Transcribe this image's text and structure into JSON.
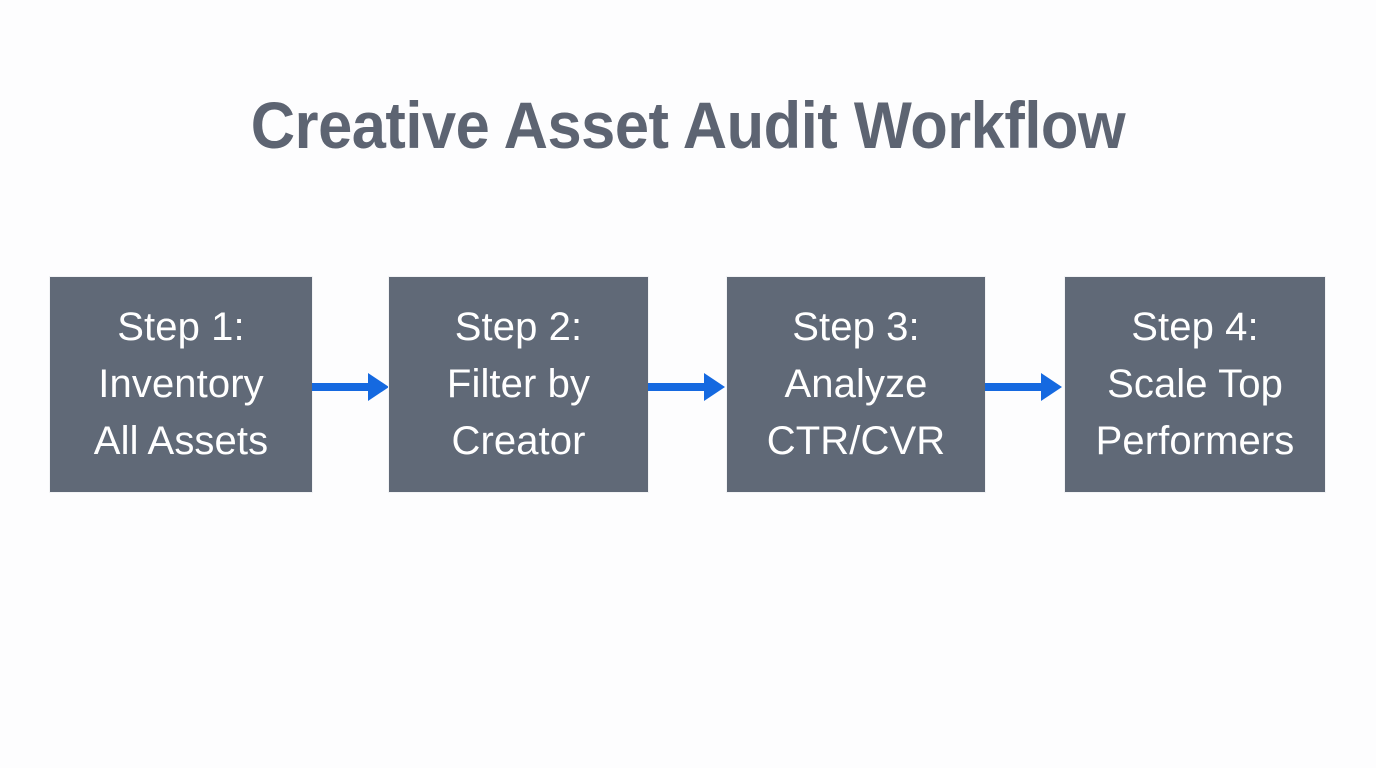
{
  "diagram": {
    "title": "Creative Asset Audit Workflow",
    "type": "linear-process-flow",
    "background_color": "#fdfdfe",
    "title_color": "#5d6472",
    "box_fill_color": "#606977",
    "box_text_color": "#ffffff",
    "arrow_color": "#1569e0",
    "steps": [
      {
        "index": 1,
        "label": "Step 1:\nInventory\nAll Assets",
        "step_heading": "Step 1:",
        "step_body": "Inventory All Assets"
      },
      {
        "index": 2,
        "label": "Step 2:\nFilter by\nCreator",
        "step_heading": "Step 2:",
        "step_body": "Filter by Creator"
      },
      {
        "index": 3,
        "label": "Step 3:\nAnalyze\nCTR/CVR",
        "step_heading": "Step 3:",
        "step_body": "Analyze CTR/CVR"
      },
      {
        "index": 4,
        "label": "Step 4:\nScale Top\nPerformers",
        "step_heading": "Step 4:",
        "step_body": "Scale Top Performers"
      }
    ],
    "connectors": [
      {
        "from": 1,
        "to": 2,
        "icon": "arrow-right-icon"
      },
      {
        "from": 2,
        "to": 3,
        "icon": "arrow-right-icon"
      },
      {
        "from": 3,
        "to": 4,
        "icon": "arrow-right-icon"
      }
    ]
  }
}
